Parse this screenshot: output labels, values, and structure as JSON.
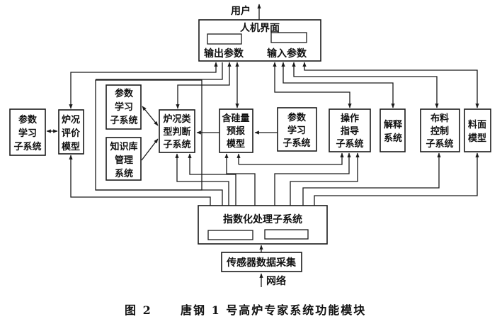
{
  "diagram": {
    "user_label": "用户",
    "network_label": "网络",
    "hmi": {
      "title": "人机界面",
      "output_params": "输出参数",
      "input_params": "输入参数"
    },
    "nodes": {
      "param_learning_left": [
        "参数",
        "学习",
        "子系统"
      ],
      "furnace_eval": [
        "炉况",
        "评价",
        "模型"
      ],
      "param_learning_inner": [
        "参数",
        "学习",
        "子系统"
      ],
      "knowledge_base": [
        "知识库",
        "管理",
        "系统"
      ],
      "furnace_type": [
        "炉况类",
        "型判断",
        "子系统"
      ],
      "silicon_forecast": [
        "含硅量",
        "预报",
        "模型"
      ],
      "param_learning_mid": [
        "参数",
        "学习",
        "子系统"
      ],
      "operation_guide": [
        "操作",
        "指导",
        "子系统"
      ],
      "explanation": [
        "解释",
        "系统"
      ],
      "burden_control": [
        "布料",
        "控制",
        "子系统"
      ],
      "stockline_model": [
        "料面",
        "模型"
      ],
      "index_processing": "指数化处理子系统",
      "sensor_acquisition": "传感器数据采集"
    },
    "caption": {
      "figure_no": "图 2",
      "title": "唐钢 1 号高炉专家系统功能模块"
    }
  }
}
